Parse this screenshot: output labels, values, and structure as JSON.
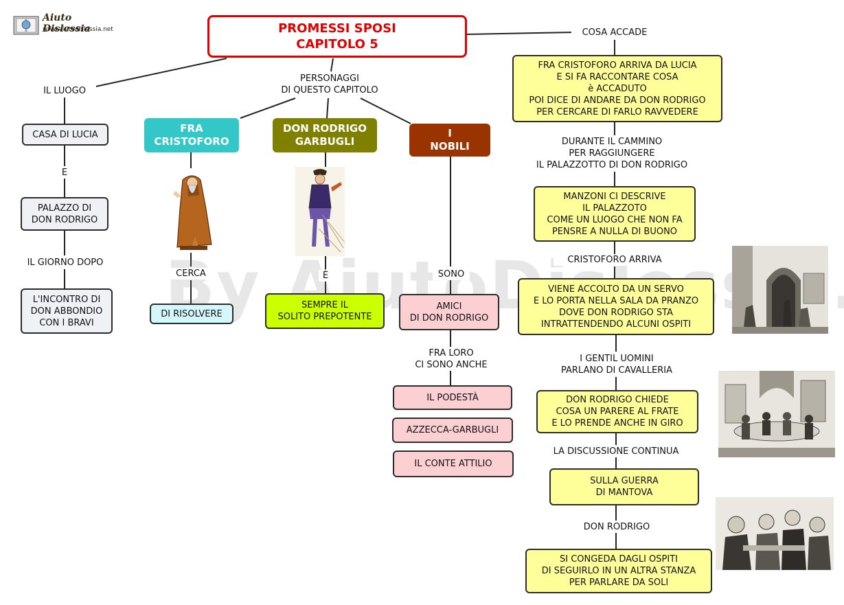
{
  "header": {
    "logo_title": "Aiuto Dislessia",
    "logo_url": "www.aiutodislessia.net",
    "title": "PROMESSI SPOSI\nCAPITOLO 5"
  },
  "watermark": "By AiutoDislessia.net",
  "links": {
    "cosa_accade": "COSA  ACCADE",
    "il_luogo": "IL LUOGO",
    "personaggi": "PERSONAGGI\nDI QUESTO CAPITOLO",
    "e": "E",
    "giorno_dopo": "IL GIORNO DOPO",
    "cerca": "CERCA",
    "e_accent": "È",
    "sono": "SONO",
    "fra_loro": "FRA LORO\nCI SONO ANCHE",
    "durante": "DURANTE IL CAMMINO\nPER RAGGIUNGERE\nIL PALAZZOTTO DI DON RODRIGO",
    "cristoforo_arriva": "CRISTOFORO ARRIVA",
    "gentil_uomini": "I GENTIL UOMINI\nPARLANO DI CAVALLERIA",
    "discussione": "LA DISCUSSIONE CONTINUA",
    "don_rodrigo": "DON RODRIGO"
  },
  "place": {
    "casa": "CASA DI LUCIA",
    "palazzo": "PALAZZO DI\nDON RODRIGO",
    "incontro": "L'INCONTRO DI\nDON ABBONDIO\nCON I BRAVI"
  },
  "characters": {
    "fra_cristoforo": "FRA\nCRISTOFORO",
    "don_rodrigo": "DON RODRIGO\nGARBUGLI",
    "nobili": "I\nNOBILI",
    "di_risolvere": "DI RISOLVERE",
    "prepotente": "SEMPRE IL\nSOLITO PREPOTENTE",
    "amici": "AMICI\nDI DON RODRIGO",
    "podesta": "IL PODESTÀ",
    "azzecca": "AZZECCA-GARBUGLI",
    "conte": "IL CONTE ATTILIO"
  },
  "events": {
    "e1": "FRA CRISTOFORO ARRIVA DA LUCIA\nE SI FA RACCONTARE COSA\nè ACCADUTO\nPOI DICE DI ANDARE DA DON RODRIGO\nPER CERCARE DI FARLO RAVVEDERE",
    "e2": "MANZONI CI DESCRIVE\nIL PALAZZOTO\nCOME UN LUOGO CHE NON FA\nPENSRE A NULLA DI BUONO",
    "e3": "VIENE ACCOLTO DA UN SERVO\nE LO PORTA NELLA SALA DA PRANZO\nDOVE DON RODRIGO STA\nINTRATTENDENDO ALCUNI OSPITI",
    "e4": "DON RODRIGO CHIEDE\nCOSA UN PARERE AL FRATE\nE LO PRENDE ANCHE  IN GIRO",
    "e5": "SULLA GUERRA\nDI MANTOVA",
    "e6": "SI CONGEDA DAGLI OSPITI\nDI SEGUIRLO IN UN ALTRA STANZA\nPER PARLARE DA SOLI"
  },
  "colors": {
    "cyan": "#33c7c7",
    "olive": "#808000",
    "brown": "#993300",
    "title_red": "#e00000"
  }
}
